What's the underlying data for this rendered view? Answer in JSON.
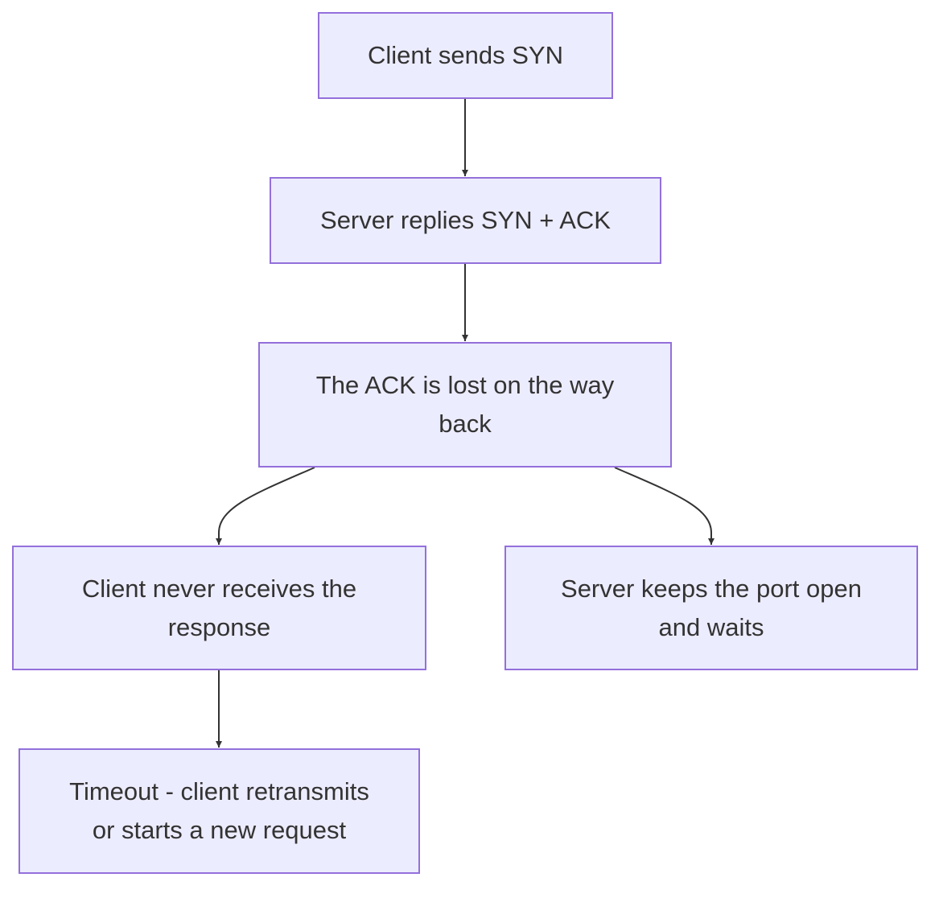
{
  "colors": {
    "node_fill": "#ececff",
    "node_border": "#9370db",
    "edge": "#333333",
    "text": "#333333"
  },
  "nodes": {
    "client_syn": {
      "label": "Client sends SYN"
    },
    "server_synack": {
      "label": "Server replies SYN + ACK"
    },
    "ack_lost": {
      "label": "The ACK is lost on the way back"
    },
    "client_no_response": {
      "label": "Client never receives the response"
    },
    "server_waits": {
      "label": "Server keeps the port open and waits"
    },
    "timeout": {
      "label": "Timeout - client retransmits or starts a new request"
    }
  },
  "edges": [
    {
      "from": "client_syn",
      "to": "server_synack"
    },
    {
      "from": "server_synack",
      "to": "ack_lost"
    },
    {
      "from": "ack_lost",
      "to": "client_no_response"
    },
    {
      "from": "ack_lost",
      "to": "server_waits"
    },
    {
      "from": "client_no_response",
      "to": "timeout"
    }
  ]
}
